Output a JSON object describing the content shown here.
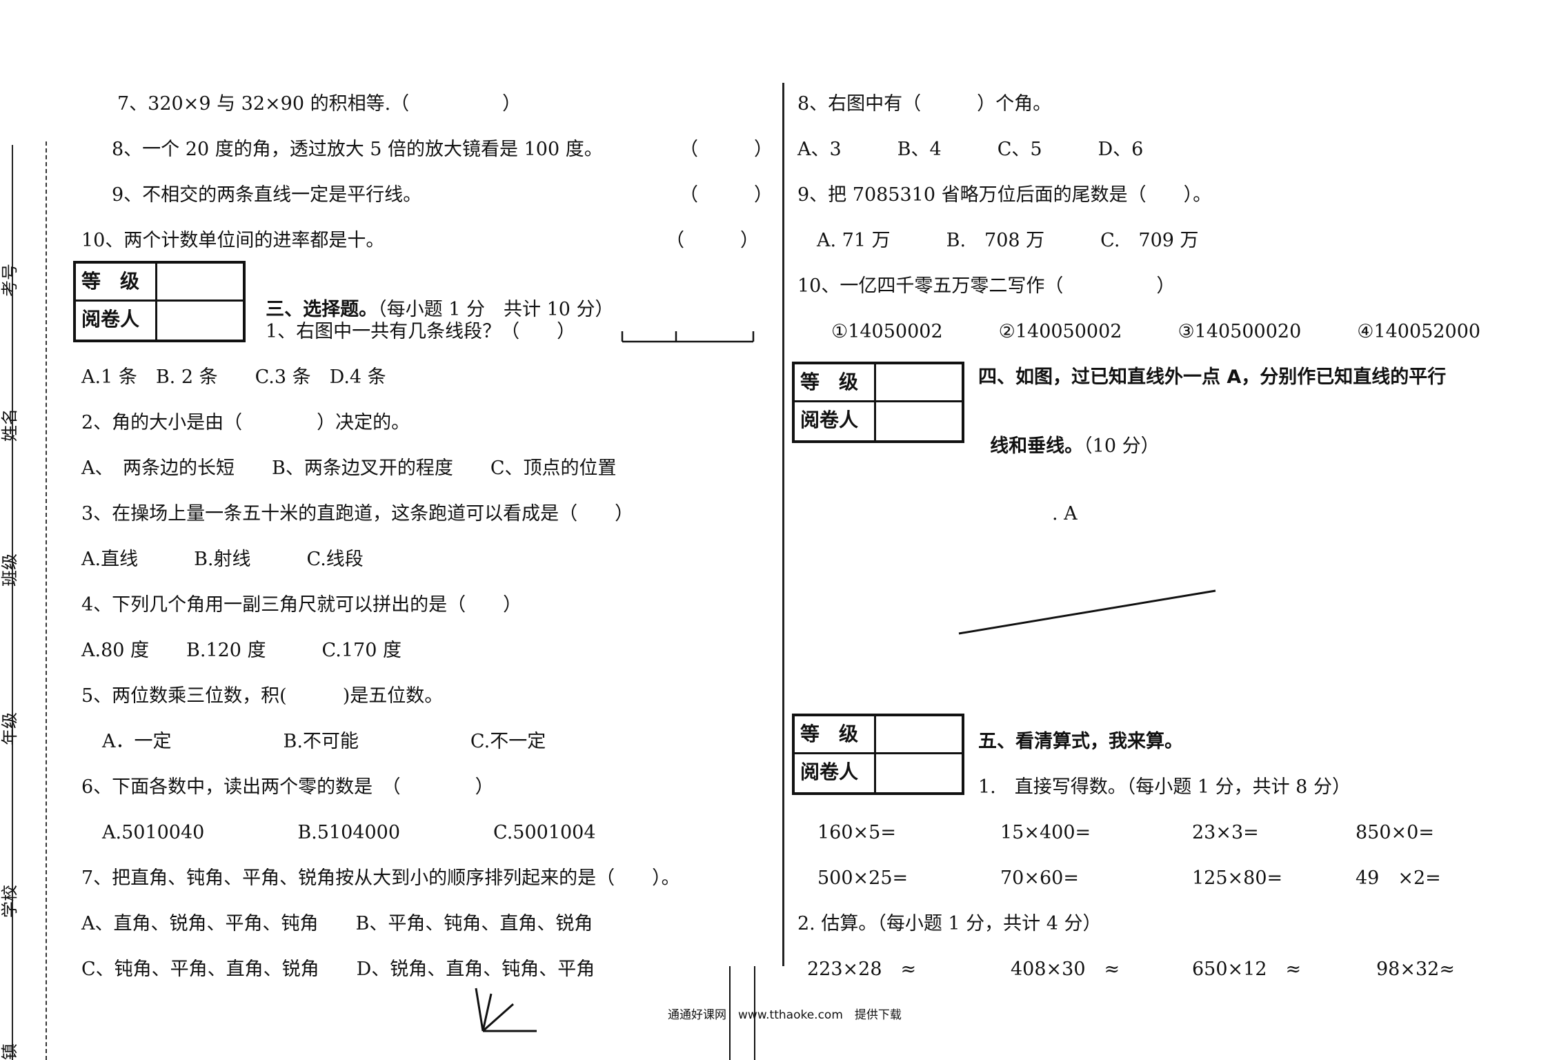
{
  "left_margin": [
    "考号",
    "姓名",
    "班级",
    "年级",
    "学校",
    "镇"
  ],
  "grade_box": {
    "grade_label": "等　级",
    "reviewer_label": "阅卷人"
  },
  "left_col": {
    "q7": "7、320×9 与 32×90 的积相等.（　　　　　）",
    "q8": "8、一个 20 度的角，透过放大 5 倍的放大镜看是 100 度。",
    "q8_paren": "（　　　）",
    "q9": "9、不相交的两条直线一定是平行线。",
    "q9_paren": "（　　　）",
    "q10": "10、两个计数单位间的进率都是十。",
    "q10_paren": "（　　　）",
    "sec3_title": "三、选择题。",
    "sec3_note": "（每小题 1 分　共计 10 分）",
    "c1": "1、右图中一共有几条线段？（　　）",
    "c1_opts": "A.1 条　B. 2 条　　C.3 条　D.4 条",
    "c2": "2、角的大小是由（　　　　）决定的。",
    "c2_opts": "A、　两条边的长短　　B、两条边叉开的程度　　C、顶点的位置",
    "c3": "3、在操场上量一条五十米的直跑道，这条跑道可以看成是（　　）",
    "c3_opts": "A.直线　　　B.射线　　　C.线段",
    "c4": "4、下列几个角用一副三角尺就可以拼出的是（　　）",
    "c4_opts": "A.80 度　　B.120 度　　　C.170 度",
    "c5": "5、两位数乘三位数，积(　　　)是五位数。",
    "c5_opts": "A．一定　　　　　　B.不可能　　　　　　C.不一定",
    "c6": "6、下面各数中，读出两个零的数是　（　　　　）",
    "c6_opts": "A.5010040　　　　　B.5104000　　　　　C.5001004",
    "c7": "7、把直角、钝角、平角、锐角按从大到小的顺序排列起来的是（　　）。",
    "c7_optA": "A、直角、锐角、平角、钝角　　B、平角、钝角、直角、锐角",
    "c7_optC": "C、钝角、平角、直角、锐角　　D、锐角、直角、钝角、平角"
  },
  "right_col": {
    "c8": "8、右图中有（　　　）个角。",
    "c8_opts": "A、3　　　B、4　　　C、5　　　D、6",
    "c9": "9、把 7085310 省略万位后面的尾数是（　　）。",
    "c9_opts": "A. 71 万　　　B.　708 万　　　C.　709 万",
    "c10": "10、一亿四千零五万零二写作（　　　　　）",
    "c10_opts": "①14050002　　　②140050002　　　③140500020　　　④140052000",
    "sec4_line1": "四、如图，过已知直线外一点 A，分别作已知直线的平行",
    "sec4_line2_bold": "线和垂线。",
    "sec4_line2_note": "（10 分）",
    "point_label": ". A",
    "sec5_title": "五、看清算式，我来算。",
    "sec5_sub1": "1.　直接写得数。（每小题 1 分，共计 8 分）",
    "calc_row1": [
      "160×5=",
      "15×400=",
      "23×3=",
      "850×0="
    ],
    "calc_row2": [
      "500×25=",
      "70×60=",
      "125×80=",
      "49　×2="
    ],
    "sec5_sub2": "2. 估算。（每小题 1 分，共计 4 分）",
    "est_row": [
      "223×28　≈",
      "408×30　≈",
      "650×12　≈",
      "98×32≈"
    ]
  },
  "footer": "通通好课网　www.tthaoke.com　提供下载"
}
